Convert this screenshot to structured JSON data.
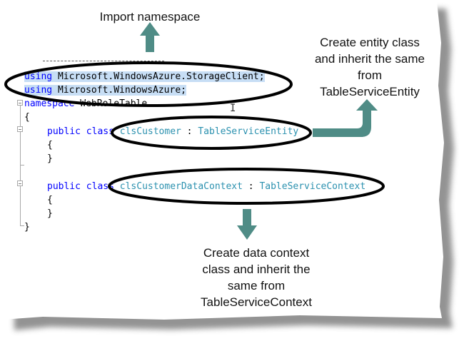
{
  "annotations": {
    "import_namespace": "Import namespace",
    "entity_class": [
      "Create entity class",
      "and inherit the same",
      "from",
      "TableServiceEntity"
    ],
    "data_context": [
      "Create data context",
      "class and inherit the",
      "same from",
      "TableServiceContext"
    ]
  },
  "code": {
    "line1": {
      "kw": "using",
      "rest": " Microsoft.WindowsAzure.StorageClient;"
    },
    "line2": {
      "kw": "using",
      "rest": " Microsoft.WindowsAzure;"
    },
    "line3": {
      "kw": "namespace",
      "rest": " WebRoleTable"
    },
    "open_brace": "{",
    "class1": {
      "kw1": "public",
      "kw2": "class",
      "name": "clsCustomer",
      "sep": " : ",
      "base": "TableServiceEntity"
    },
    "class2": {
      "kw1": "public",
      "kw2": "class",
      "name": "clsCustomerDataContext",
      "sep": " : ",
      "base": "TableServiceContext"
    },
    "inner_open": "{",
    "inner_close": "}",
    "close_brace": "}"
  },
  "colors": {
    "arrow": "#4f8c86",
    "ellipse": "#000000",
    "keyword": "#0000ff",
    "type": "#2b91af",
    "selection": "#c7def5"
  }
}
